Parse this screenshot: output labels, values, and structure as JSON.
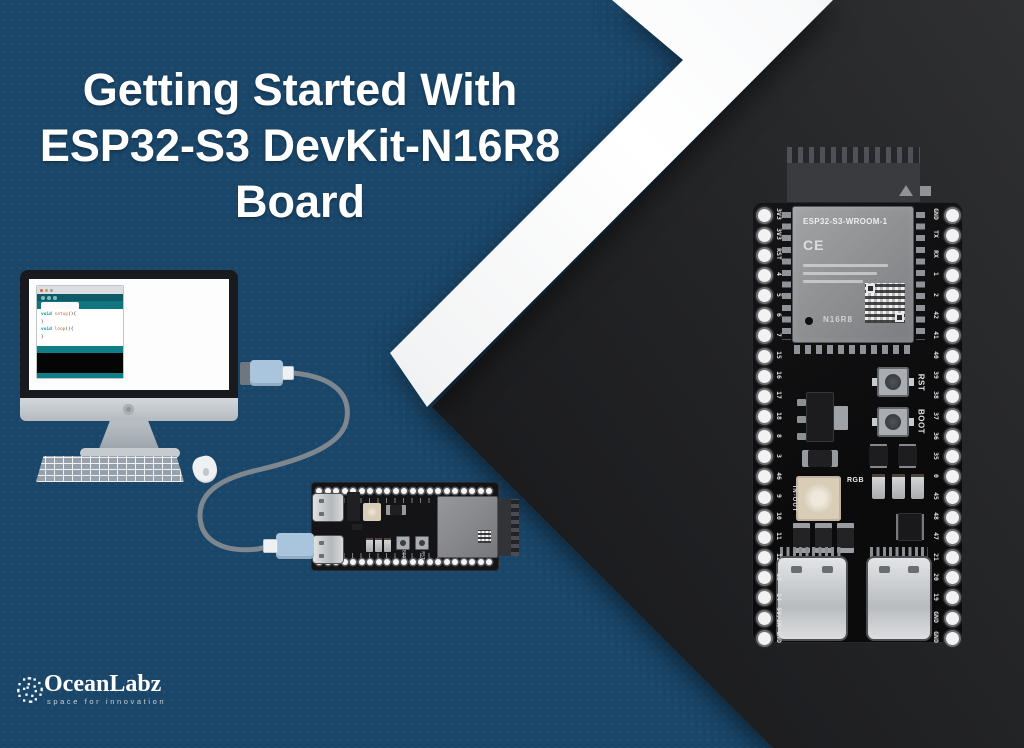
{
  "poster": {
    "title_lines": [
      "Getting Started With",
      "ESP32-S3 DevKit-N16R8",
      "Board"
    ],
    "brand": {
      "name": "OceanLabz",
      "tagline": "space for innovation"
    }
  },
  "ide_window": {
    "code": [
      "void setup(){",
      "}",
      "void loop(){",
      "}"
    ]
  },
  "devkit_board": {
    "module_name": "ESP32-S3-WROOM-1",
    "ce_mark": "CE",
    "variant": "N16R8",
    "rgb_label": "RGB",
    "inout_label": "IN-OUT",
    "rst_label": "RST",
    "boot_label": "BOOT",
    "left_pins": [
      "3V3",
      "3V3",
      "RST",
      "4",
      "5",
      "6",
      "7",
      "15",
      "16",
      "17",
      "18",
      "8",
      "3",
      "46",
      "9",
      "10",
      "11",
      "12",
      "13",
      "14",
      "5V/IN",
      "GND"
    ],
    "right_pins": [
      "GND",
      "TX",
      "RX",
      "1",
      "2",
      "42",
      "41",
      "40",
      "39",
      "38",
      "37",
      "36",
      "35",
      "0",
      "45",
      "48",
      "47",
      "21",
      "20",
      "19",
      "GND",
      "GND"
    ]
  },
  "small_board": {
    "rst_label": "RST",
    "boot_label": "BOOT"
  },
  "colors": {
    "background_blue": "#1a4669",
    "panel_black": "#1d1e20",
    "band_white": "#f5f6f7",
    "arduino_teal": "#0f7680",
    "cable_plug_blue": "#a9c4dd"
  }
}
